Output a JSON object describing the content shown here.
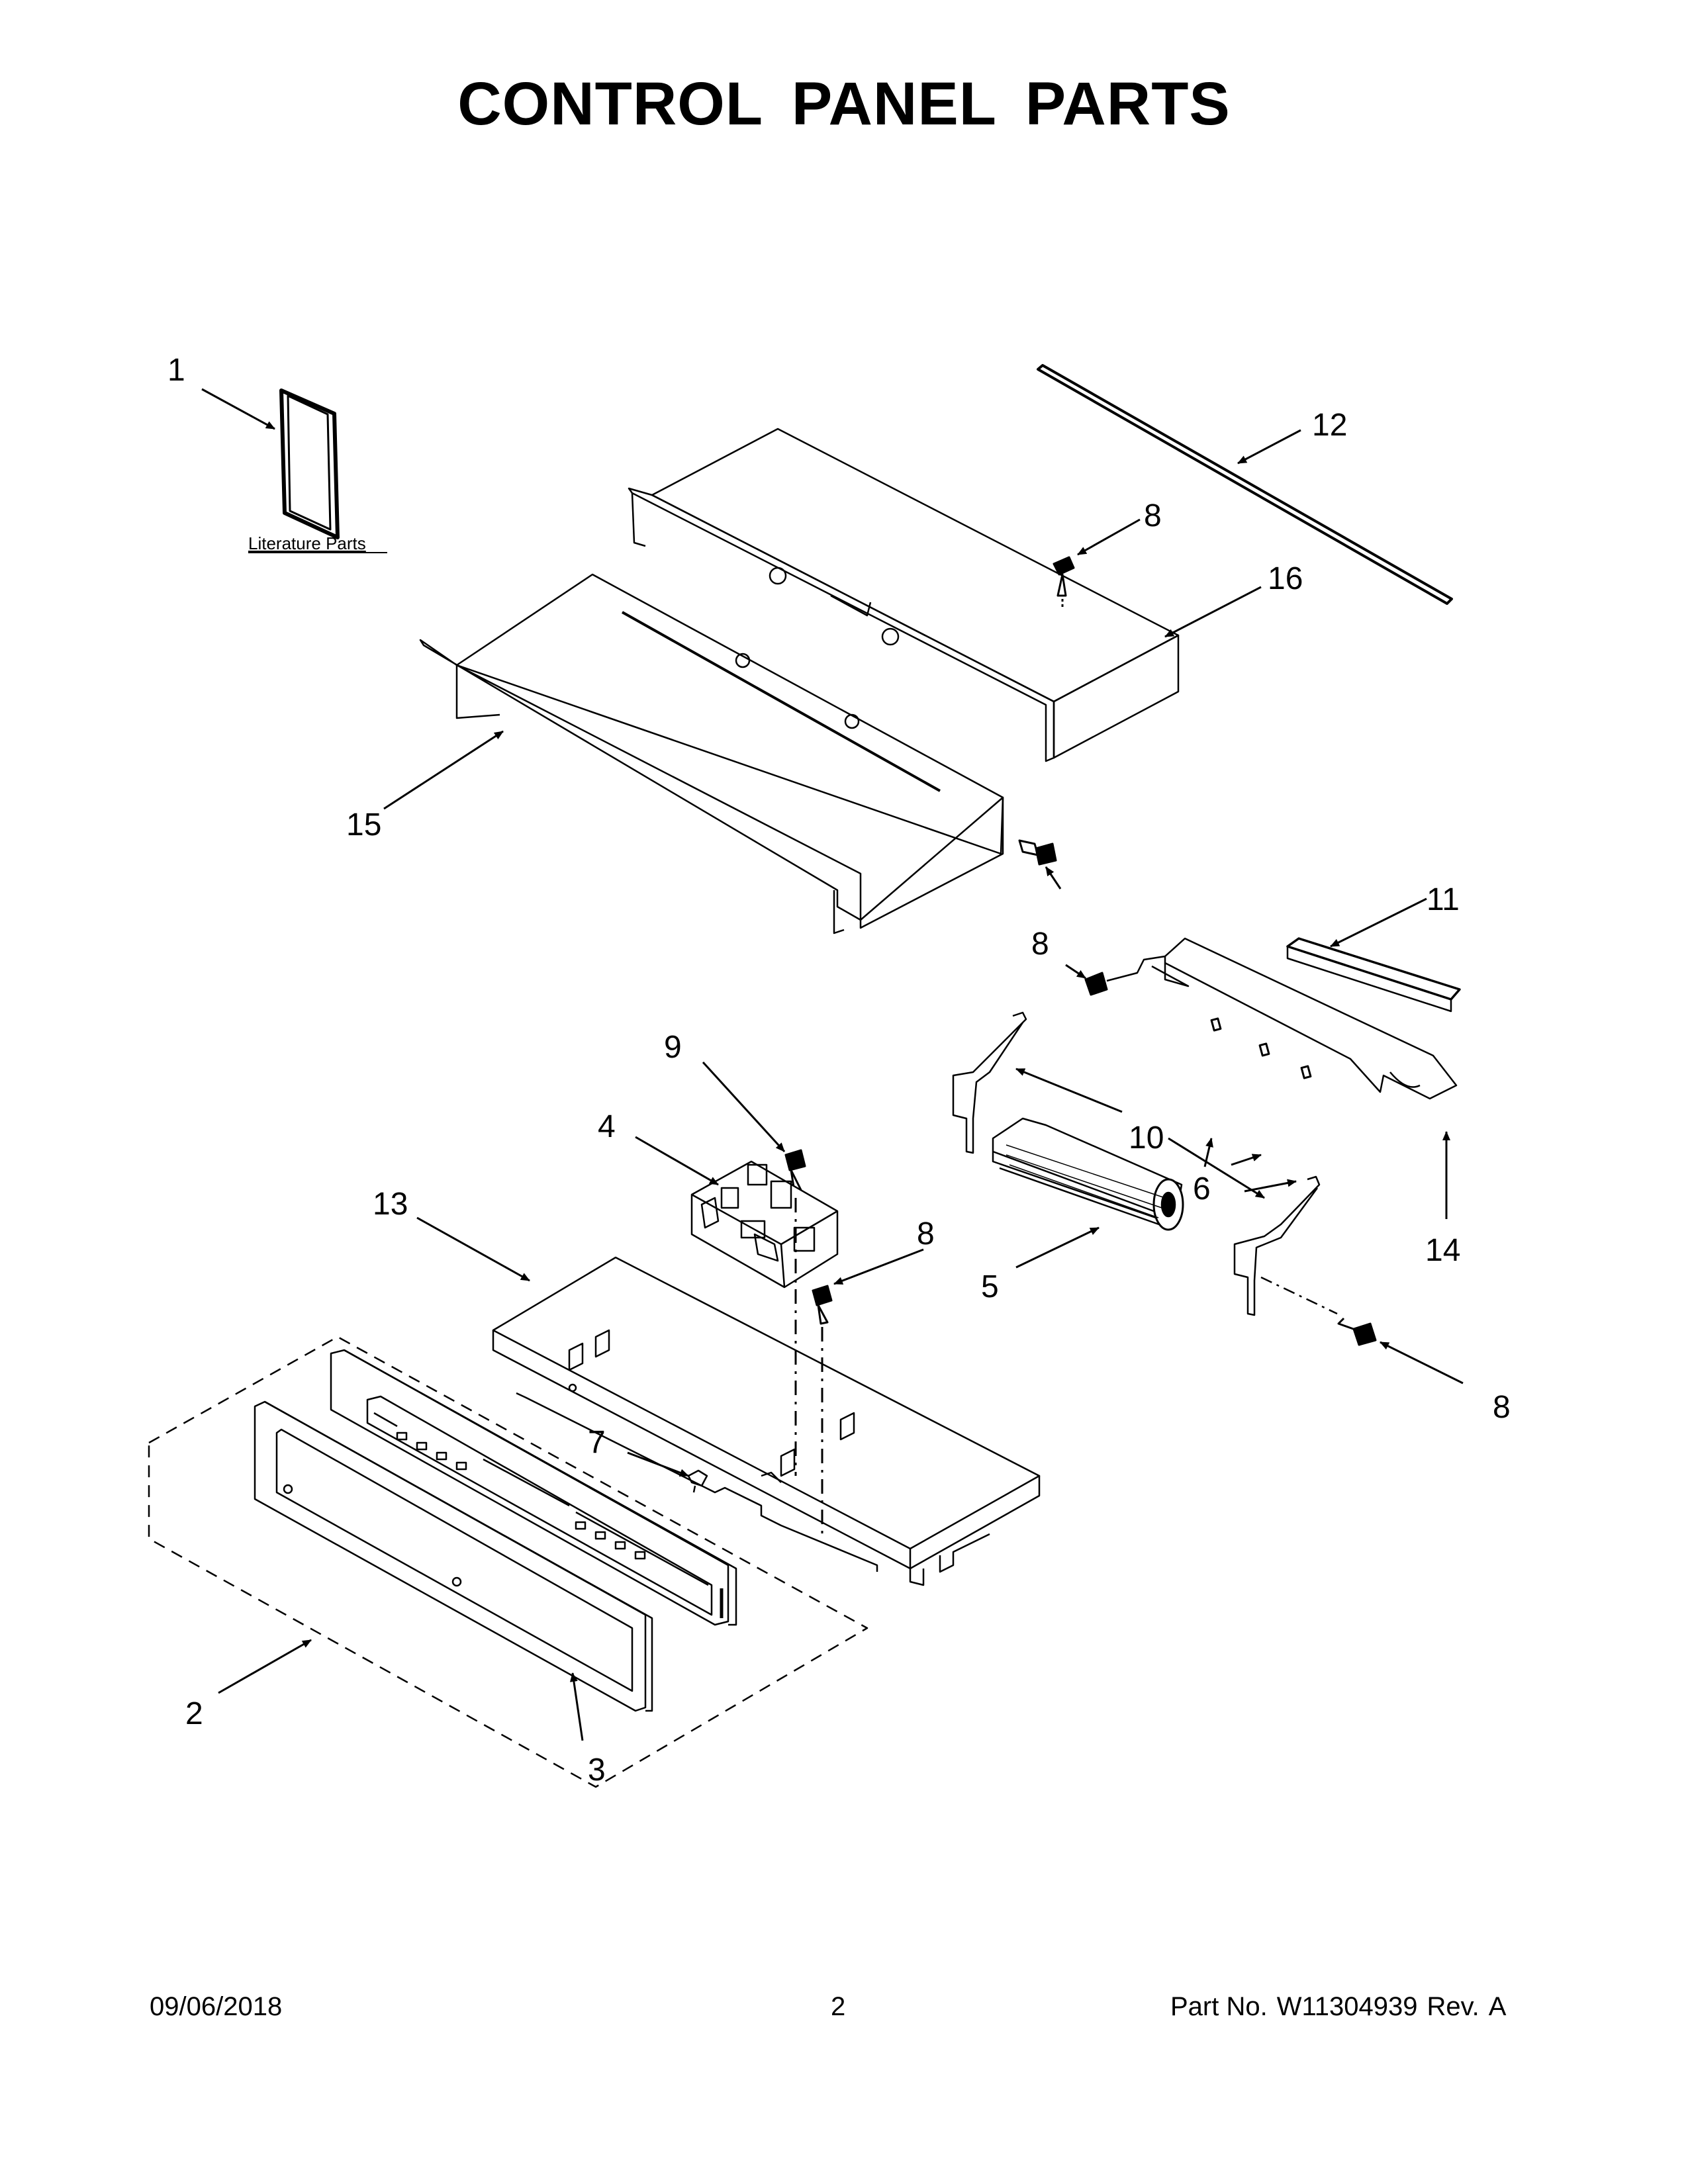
{
  "title": "CONTROL PANEL PARTS",
  "literature_label": "Literature Parts",
  "callouts": [
    {
      "id": "c1",
      "label": "1"
    },
    {
      "id": "c12",
      "label": "12"
    },
    {
      "id": "c8a",
      "label": "8"
    },
    {
      "id": "c16",
      "label": "16"
    },
    {
      "id": "c15",
      "label": "15"
    },
    {
      "id": "c11",
      "label": "11"
    },
    {
      "id": "c8b",
      "label": "8"
    },
    {
      "id": "c9",
      "label": "9"
    },
    {
      "id": "c4",
      "label": "4"
    },
    {
      "id": "c6",
      "label": "6"
    },
    {
      "id": "c10",
      "label": "10"
    },
    {
      "id": "c13",
      "label": "13"
    },
    {
      "id": "c8c",
      "label": "8"
    },
    {
      "id": "c14",
      "label": "14"
    },
    {
      "id": "c5",
      "label": "5"
    },
    {
      "id": "c7",
      "label": "7"
    },
    {
      "id": "c8d",
      "label": "8"
    },
    {
      "id": "c2",
      "label": "2"
    },
    {
      "id": "c3",
      "label": "3"
    }
  ],
  "footer": {
    "date": "09/06/2018",
    "page": "2",
    "part_label": "Part No.",
    "part_number": "W11304939",
    "rev_label": "Rev.",
    "rev": "A"
  }
}
